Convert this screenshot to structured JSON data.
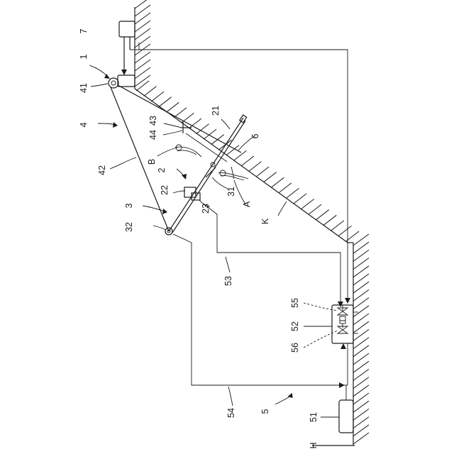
{
  "figure": {
    "components": {
      "device": "1",
      "arm_unit": "2",
      "lower_pivot": "3",
      "cable_assembly": "4",
      "control_unit": "5",
      "hand_tool": "6",
      "top_actuator": "7",
      "boom": "21",
      "carriage": "22",
      "carriage_base": "23",
      "joint": "31",
      "lower_sheave": "32",
      "upper_sheave": "41",
      "cable": "42",
      "upper_bracket": "43",
      "guide": "44",
      "base_actuator": "51",
      "valve_box": "52",
      "upper_pipe": "53",
      "lower_pipe": "54",
      "valve_upper": "55",
      "valve_lower": "56"
    },
    "letters": {
      "worker_a": "A",
      "worker_b": "B",
      "slope": "K",
      "ground": "H"
    }
  }
}
